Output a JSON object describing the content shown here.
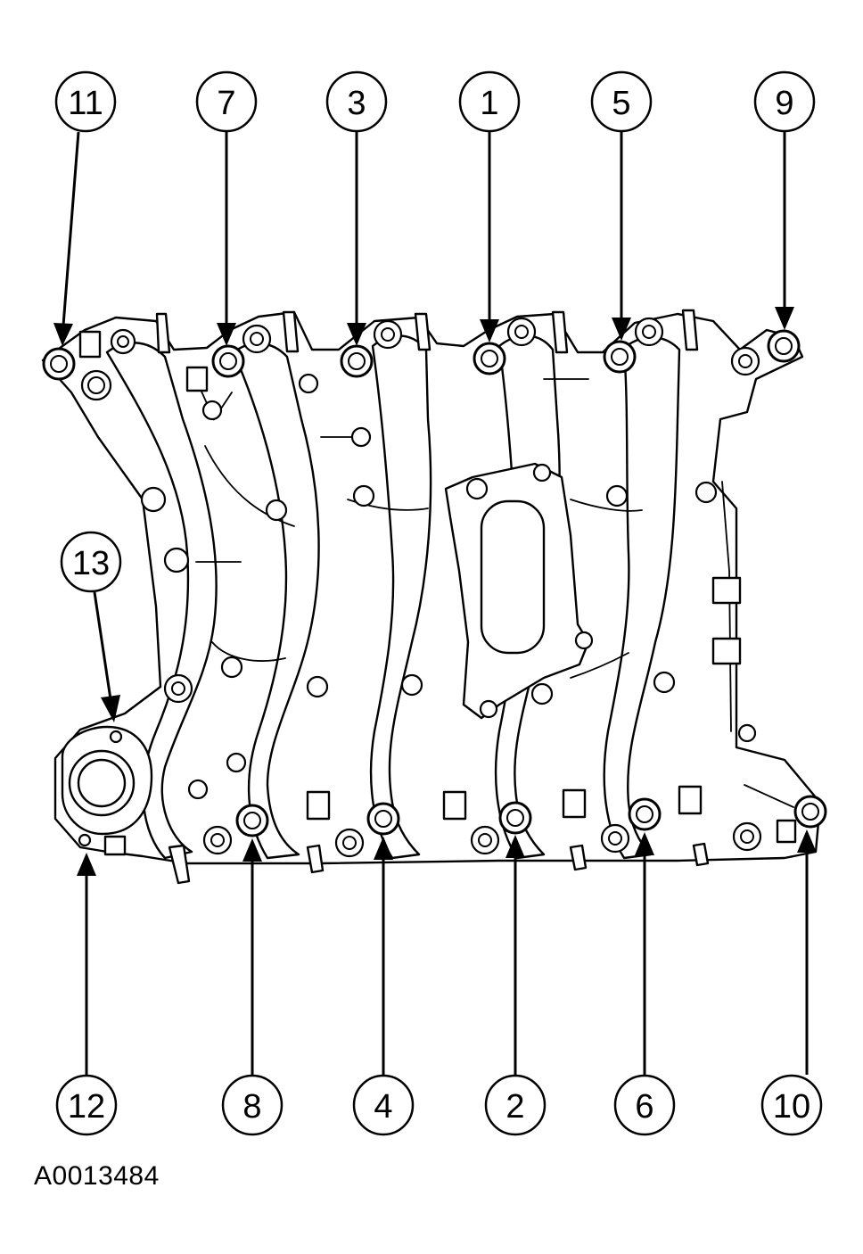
{
  "figure": {
    "id": "A0013484"
  },
  "callouts": [
    {
      "label": "11"
    },
    {
      "label": "7"
    },
    {
      "label": "3"
    },
    {
      "label": "1"
    },
    {
      "label": "5"
    },
    {
      "label": "9"
    },
    {
      "label": "13"
    },
    {
      "label": "12"
    },
    {
      "label": "8"
    },
    {
      "label": "4"
    },
    {
      "label": "2"
    },
    {
      "label": "6"
    },
    {
      "label": "10"
    }
  ],
  "colors": {
    "line": "#000000",
    "background": "#ffffff"
  }
}
